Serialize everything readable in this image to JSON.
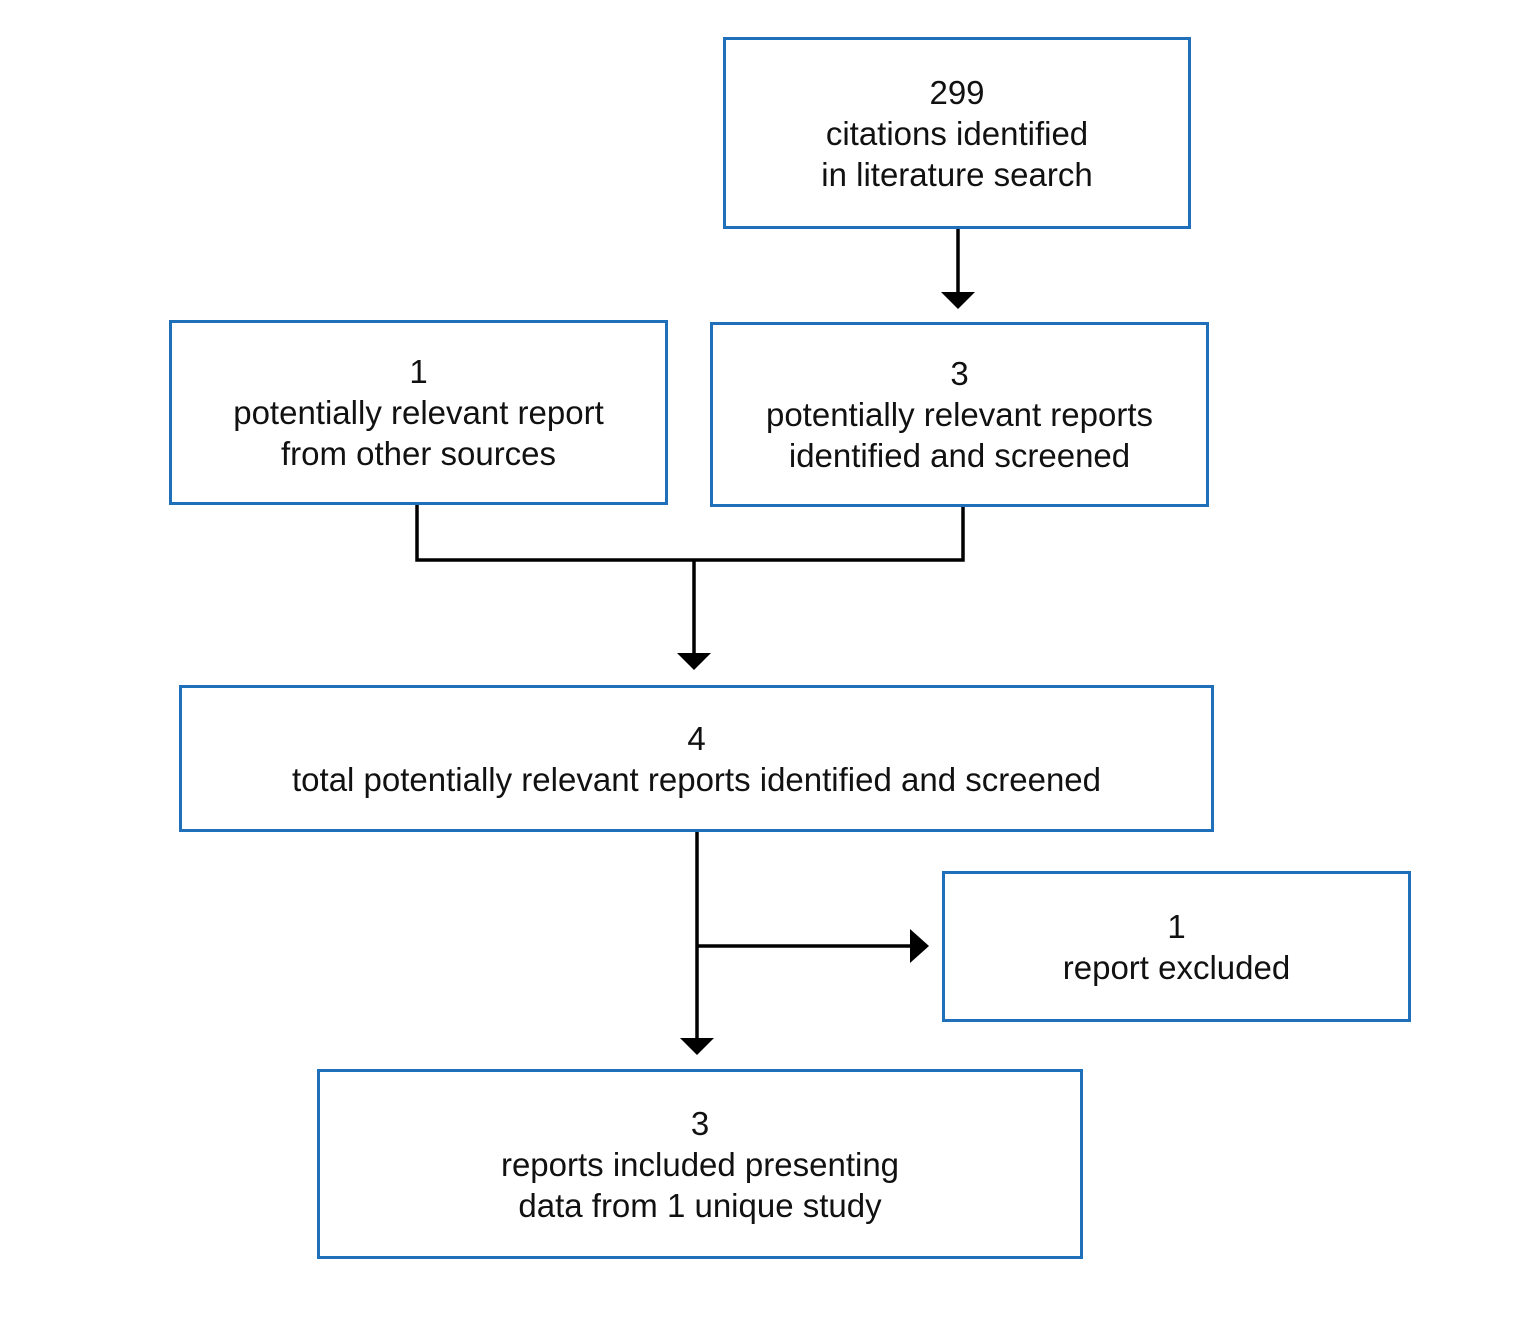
{
  "colors": {
    "box_border": "#1f6fba",
    "connector": "#000000",
    "text": "#111111",
    "background": "#ffffff"
  },
  "boxes": {
    "citations": {
      "count": "299",
      "lines": [
        "citations identified",
        "in literature search"
      ]
    },
    "other_sources": {
      "count": "1",
      "lines": [
        "potentially relevant report",
        "from other sources"
      ]
    },
    "screened": {
      "count": "3",
      "lines": [
        "potentially relevant reports",
        "identified and screened"
      ]
    },
    "total": {
      "count": "4",
      "lines": [
        "total potentially relevant reports identified and screened"
      ]
    },
    "excluded": {
      "count": "1",
      "lines": [
        "report excluded"
      ]
    },
    "included": {
      "count": "3",
      "lines": [
        "reports included presenting",
        "data from 1 unique study"
      ]
    }
  }
}
